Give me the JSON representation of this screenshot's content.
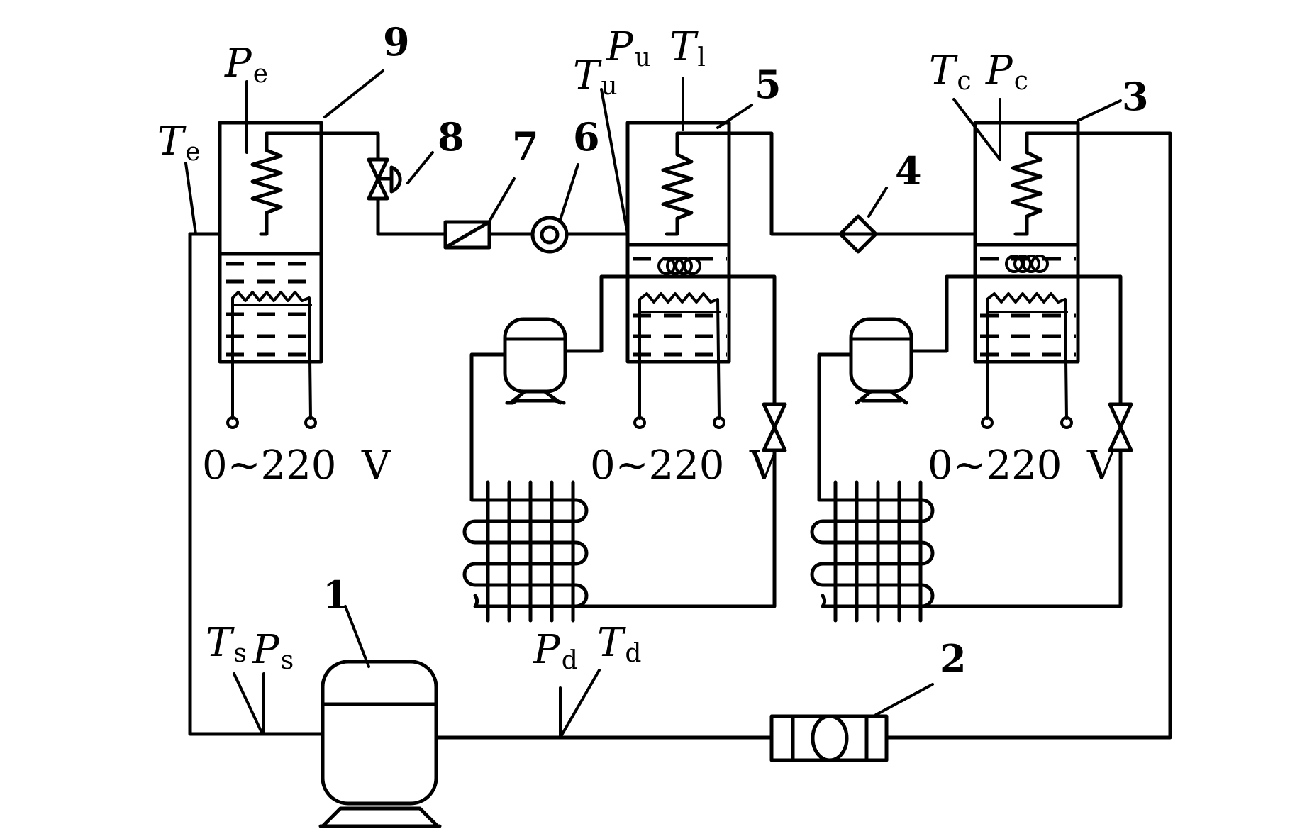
{
  "symbols": {
    "Pe": {
      "base": "P",
      "sub": "e"
    },
    "Te": {
      "base": "T",
      "sub": "e"
    },
    "Pu": {
      "base": "P",
      "sub": "u"
    },
    "Tl": {
      "base": "T",
      "sub": "l"
    },
    "Tu": {
      "base": "T",
      "sub": "u"
    },
    "Tc": {
      "base": "T",
      "sub": "c"
    },
    "Pc": {
      "base": "P",
      "sub": "c"
    },
    "Ts": {
      "base": "T",
      "sub": "s"
    },
    "Ps": {
      "base": "P",
      "sub": "s"
    },
    "Pd": {
      "base": "P",
      "sub": "d"
    },
    "Td": {
      "base": "T",
      "sub": "d"
    }
  },
  "component_numbers": {
    "n1": "1",
    "n2": "2",
    "n3": "3",
    "n4": "4",
    "n5": "5",
    "n6": "6",
    "n7": "7",
    "n8": "8",
    "n9": "9"
  },
  "voltage": {
    "left": "0~220  V",
    "middle": "0~220  V",
    "right": "0~220  V"
  }
}
